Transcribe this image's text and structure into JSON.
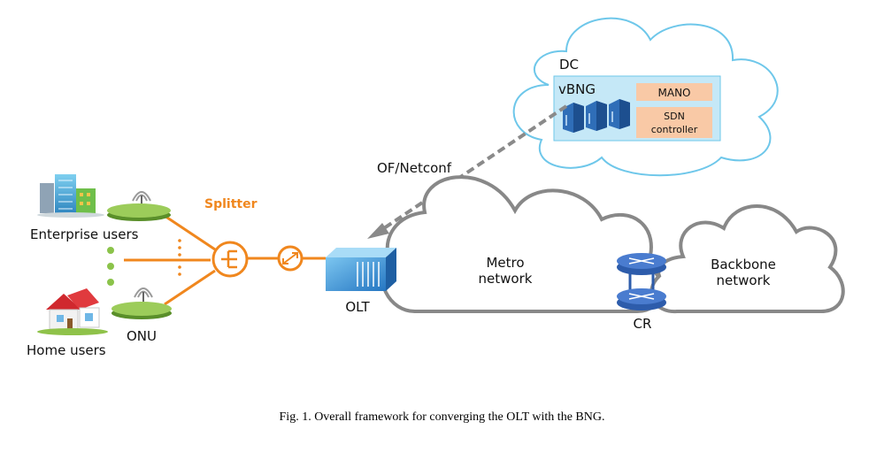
{
  "labels": {
    "dc": "DC",
    "vbng": "vBNG",
    "mano": "MANO",
    "sdn_line1": "SDN",
    "sdn_line2": "controller",
    "of_netconf": "OF/Netconf",
    "splitter": "Splitter",
    "enterprise_users": "Enterprise users",
    "home_users": "Home users",
    "onu": "ONU",
    "olt": "OLT",
    "metro_line1": "Metro",
    "metro_line2": "network",
    "backbone_line1": "Backbone",
    "backbone_line2": "network",
    "cr": "CR"
  },
  "caption": "Fig. 1. Overall framework for converging the OLT with the BNG.",
  "colors": {
    "fiber": "#f0871e",
    "splitter_text": "#f0871e",
    "cloud_dc_stroke": "#6ec7ea",
    "vbng_box": "#c5e8f7",
    "mano_box": "#f9c9a6",
    "control_link": "#8a8a8a",
    "router": "#2d5cab",
    "server": "#2f6eb8",
    "onu": "#8bc34a",
    "cloud_stroke": "#888888"
  },
  "icons": [
    "enterprise-building-icon",
    "house-icon",
    "onu-router-icon",
    "splitter-icon",
    "fiber-coupler-icon",
    "olt-device-icon",
    "core-router-icon",
    "server-icon"
  ]
}
